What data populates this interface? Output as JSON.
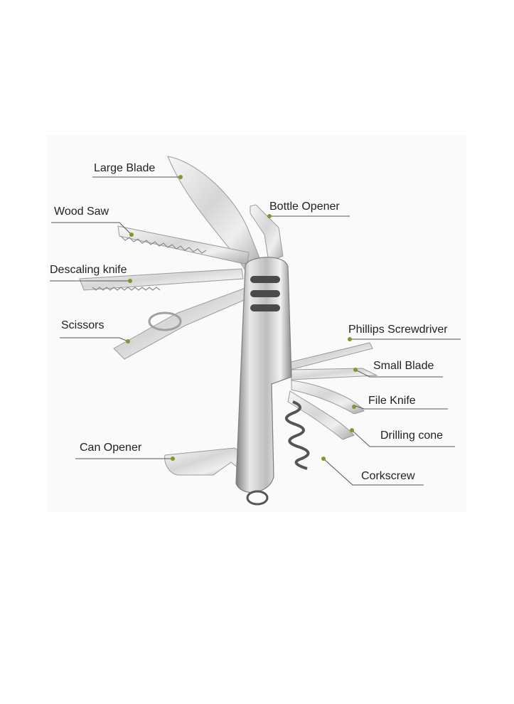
{
  "labels": {
    "large_blade": "Large Blade",
    "wood_saw": "Wood Saw",
    "descaling_knife": "Descaling knife",
    "scissors": "Scissors",
    "can_opener": "Can Opener",
    "bottle_opener": "Bottle Opener",
    "phillips_screwdriver": "Phillips Screwdriver",
    "small_blade": "Small Blade",
    "file_knife": "File Knife",
    "drilling_cone": "Drilling cone",
    "corkscrew": "Corkscrew"
  },
  "colors": {
    "leader_line": "#555555",
    "marker_dot": "#7a9a2a",
    "steel_light": "#e9e9e9",
    "steel_mid": "#c9c9c9",
    "steel_dark": "#8e8e8e"
  }
}
